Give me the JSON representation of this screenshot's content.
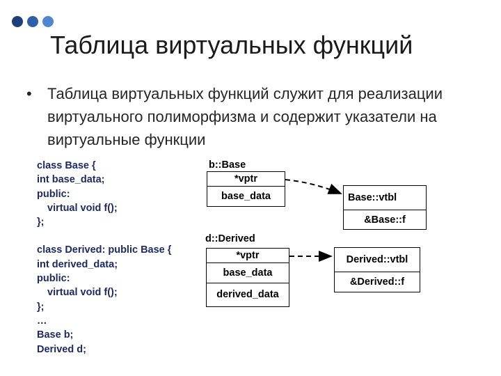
{
  "decoration": {
    "dot_colors": [
      "#1f3f7a",
      "#2f5fa8",
      "#4f86cf"
    ]
  },
  "slide": {
    "title": "Таблица виртуальных функций",
    "bullet_mark": "•",
    "bullet": "Таблица виртуальных функций служит для реализации виртуального полиморфизма и содержит указатели на виртуальные функции"
  },
  "code": {
    "lines": [
      "class Base {",
      "int base_data;",
      "public:",
      "virtual void f();",
      "};",
      "class Derived: public Base {",
      "int derived_data;",
      "public:",
      "virtual void f();",
      "};",
      "…",
      "Base b;",
      "Derived d;"
    ]
  },
  "diagram": {
    "b_label": "b::Base",
    "b_vptr": "*vptr",
    "b_base_data": "base_data",
    "base_vtbl": "Base::vtbl",
    "base_f": "&Base::f",
    "d_label": "d::Derived",
    "d_vptr": "*vptr",
    "d_base_data": "base_data",
    "d_derived_data": "derived_data",
    "derived_vtbl": "Derived::vtbl",
    "derived_f": "&Derived::f"
  }
}
